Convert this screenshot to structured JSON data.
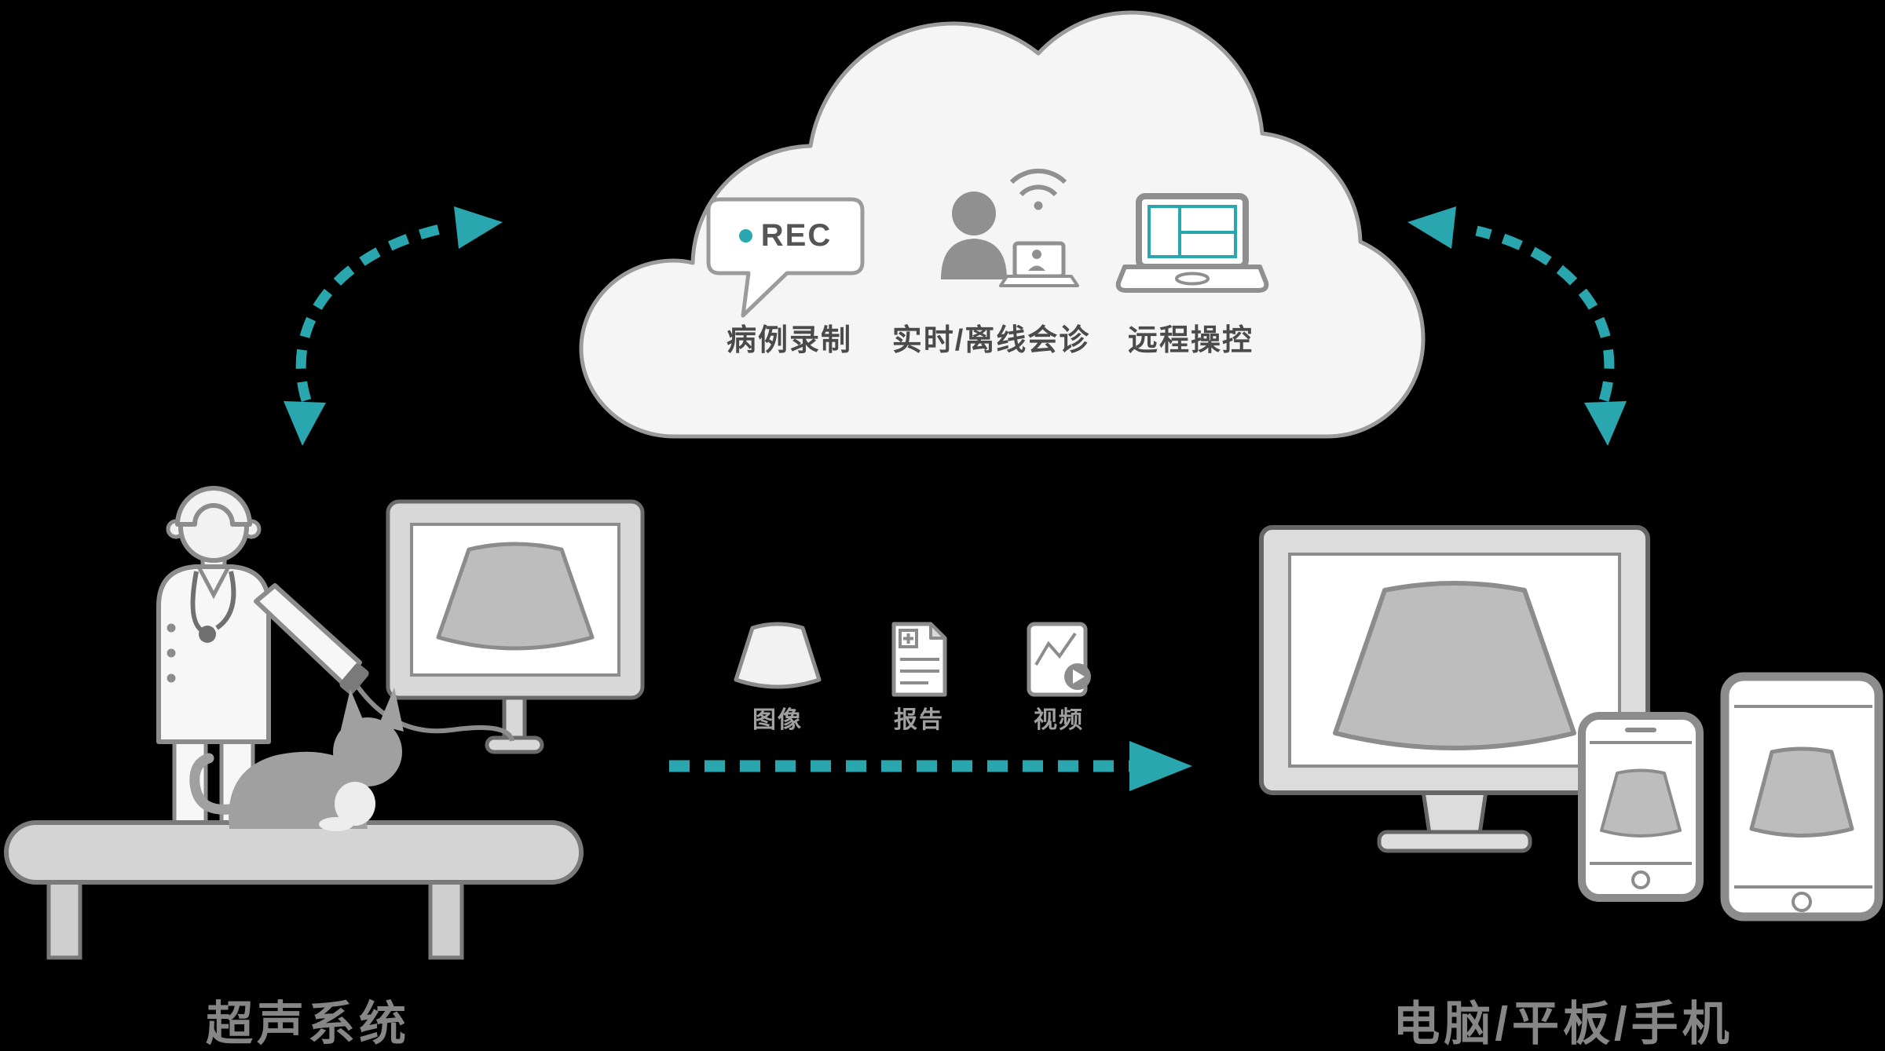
{
  "colors": {
    "background": "#000000",
    "accent_teal": "#2AA7AE",
    "cloud_fill": "#F5F5F5",
    "outline_gray": "#8C8C8C",
    "dark_text": "#4A4A4A",
    "label_gray": "#868686"
  },
  "cloud": {
    "features": [
      {
        "id": "case-recording",
        "icon": "rec-speech-bubble-icon",
        "badge": "REC",
        "label": "病例录制"
      },
      {
        "id": "consultation",
        "icon": "remote-consultation-icon",
        "label": "实时/离线会诊"
      },
      {
        "id": "remote-control",
        "icon": "remote-desktop-icon",
        "label": "远程操控"
      }
    ]
  },
  "transfer": {
    "items": [
      {
        "id": "image",
        "icon": "ultrasound-image-icon",
        "label": "图像"
      },
      {
        "id": "report",
        "icon": "report-document-icon",
        "label": "报告"
      },
      {
        "id": "video",
        "icon": "video-clip-icon",
        "label": "视频"
      }
    ]
  },
  "nodes": {
    "left_label": "超声系统",
    "right_label": "电脑/平板/手机"
  }
}
